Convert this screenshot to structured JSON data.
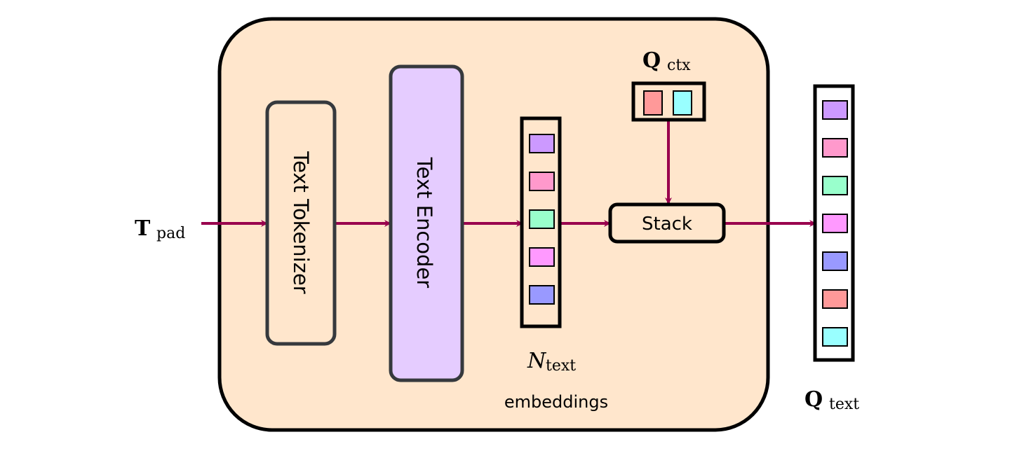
{
  "colors": {
    "container_fill": "#FFE6CC",
    "container_stroke": "#000000",
    "arrow": "#99004D",
    "encoder_fill": "#E5CCFF",
    "box_stroke": "#36393D"
  },
  "input": {
    "symbol": "T",
    "subscript": "pad"
  },
  "tokenizer": {
    "label": "Text Tokenizer"
  },
  "encoder": {
    "label": "Text Encoder"
  },
  "embeddings": {
    "symbol": "N",
    "subscript": "text",
    "caption": "embeddings",
    "tokens": [
      "#CC99FF",
      "#FF99CC",
      "#99FFCC",
      "#FF99FF",
      "#9999FF"
    ]
  },
  "context": {
    "symbol": "Q",
    "subscript": "ctx",
    "tokens": [
      "#FF9999",
      "#99FFFF"
    ]
  },
  "stack": {
    "label": "Stack"
  },
  "output": {
    "symbol": "Q",
    "subscript": "text",
    "tokens": [
      "#CC99FF",
      "#FF99CC",
      "#99FFCC",
      "#FF99FF",
      "#9999FF",
      "#FF9999",
      "#99FFFF"
    ]
  }
}
